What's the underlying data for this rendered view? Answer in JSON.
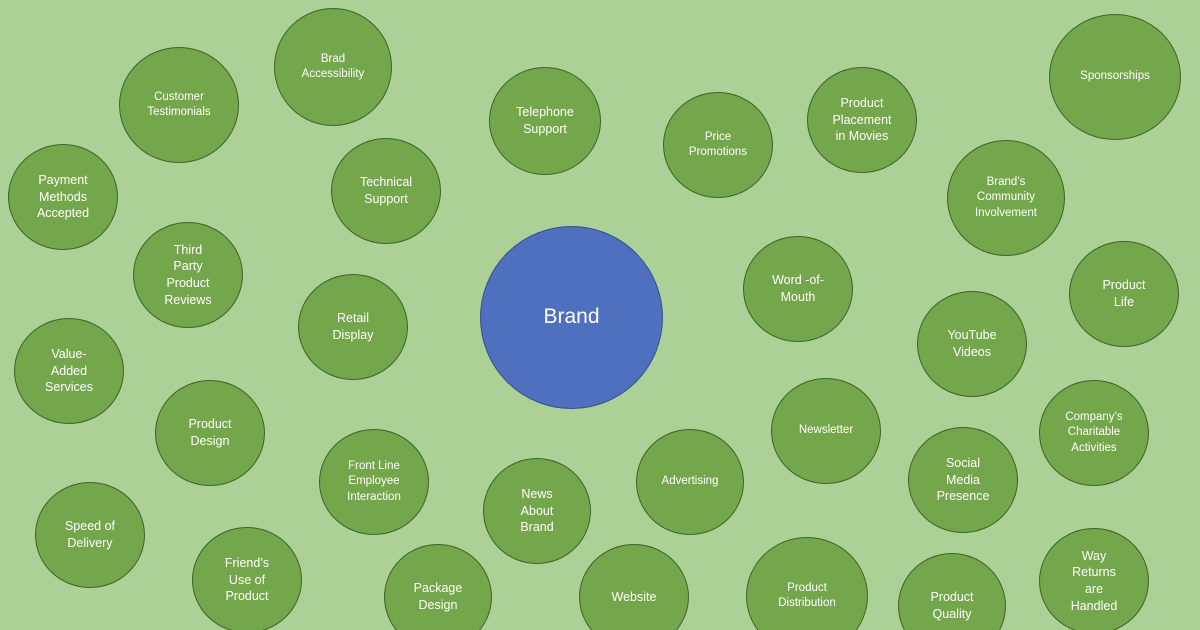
{
  "center": {
    "label": "Brand",
    "color": "#4f6fbf"
  },
  "node_color": "#74a64b",
  "background": "#acd196",
  "nodes": [
    {
      "id": "brad-accessibility",
      "label": "Brad\nAccessibility"
    },
    {
      "id": "customer-testimonials",
      "label": "Customer\nTestimonials"
    },
    {
      "id": "telephone-support",
      "label": "Telephone\nSupport"
    },
    {
      "id": "price-promotions",
      "label": "Price\nPromotions"
    },
    {
      "id": "product-placement-in-movies",
      "label": "Product\nPlacement\nin Movies"
    },
    {
      "id": "sponsorships",
      "label": "Sponsorships"
    },
    {
      "id": "payment-methods-accepted",
      "label": "Payment\nMethods\nAccepted"
    },
    {
      "id": "technical-support",
      "label": "Technical\nSupport"
    },
    {
      "id": "brands-community-involvement",
      "label": "Brand’s\nCommunity\nInvolvement"
    },
    {
      "id": "third-party-product-reviews",
      "label": "Third\nParty\nProduct\nReviews"
    },
    {
      "id": "word-of-mouth",
      "label": "Word -of-\nMouth"
    },
    {
      "id": "product-life",
      "label": "Product\nLife"
    },
    {
      "id": "retail-display",
      "label": "Retail\nDisplay"
    },
    {
      "id": "youtube-videos",
      "label": "YouTube\nVideos"
    },
    {
      "id": "value-added-services",
      "label": "Value-\nAdded\nServices"
    },
    {
      "id": "product-design",
      "label": "Product\nDesign"
    },
    {
      "id": "newsletter",
      "label": "Newsletter"
    },
    {
      "id": "companys-charitable-activities",
      "label": "Company’s\nCharitable\nActivities"
    },
    {
      "id": "front-line-employee-interaction",
      "label": "Front Line\nEmployee\nInteraction"
    },
    {
      "id": "advertising",
      "label": "Advertising"
    },
    {
      "id": "social-media-presence",
      "label": "Social\nMedia\nPresence"
    },
    {
      "id": "news-about-brand",
      "label": "News\nAbout\nBrand"
    },
    {
      "id": "speed-of-delivery",
      "label": "Speed of\nDelivery"
    },
    {
      "id": "way-returns-are-handled",
      "label": "Way\nReturns\nare\nHandled"
    },
    {
      "id": "friends-use-of-product",
      "label": "Friend’s\nUse of\nProduct"
    },
    {
      "id": "package-design",
      "label": "Package\nDesign"
    },
    {
      "id": "website",
      "label": "Website"
    },
    {
      "id": "product-distribution",
      "label": "Product\nDistribution"
    },
    {
      "id": "product-quality",
      "label": "Product\nQuality"
    }
  ]
}
